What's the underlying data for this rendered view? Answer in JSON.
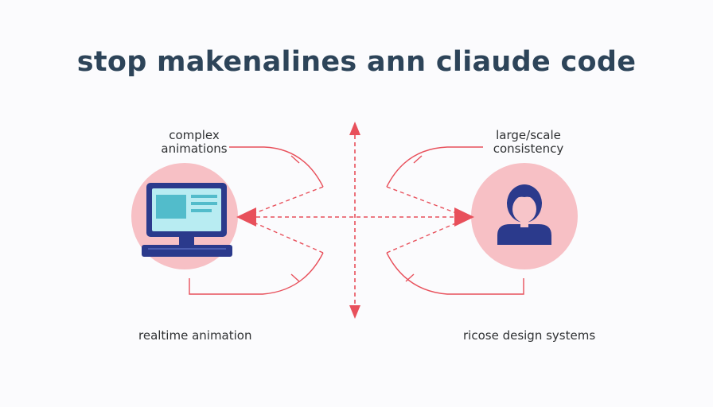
{
  "title": "stop makenalines ann cliaude code",
  "labels": {
    "top_left_line1": "complex",
    "top_left_line2": "animations",
    "top_right_line1": "large/scale",
    "top_right_line2": "consistency",
    "bottom_left": "realtime animation",
    "bottom_right": "ricose design systems"
  },
  "icons": {
    "left": "computer-monitor-icon",
    "right": "person-avatar-icon"
  },
  "colors": {
    "title": "#2d4459",
    "accent_red": "#e8505b",
    "circle_pink": "#f7c0c5",
    "navy": "#2b3a8c",
    "screen_teal": "#6fd0dc"
  }
}
